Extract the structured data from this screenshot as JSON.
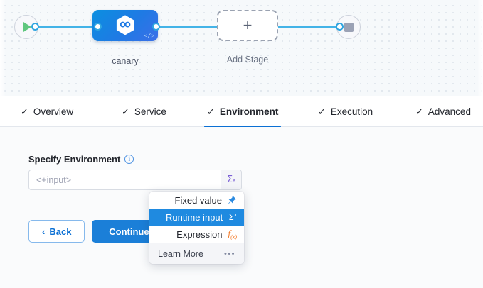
{
  "canvas": {
    "start_node": {
      "icon": "play-icon"
    },
    "end_node": {
      "icon": "stop-icon"
    },
    "stage": {
      "label": "canary",
      "icon": "harness-hexagon-icon",
      "code_tag": "</>"
    },
    "add_stage": {
      "label": "Add Stage",
      "icon": "plus-icon"
    }
  },
  "tabs": [
    {
      "label": "Overview",
      "check": "✓",
      "active": false
    },
    {
      "label": "Service",
      "check": "✓",
      "active": false
    },
    {
      "label": "Environment",
      "check": "✓",
      "active": true
    },
    {
      "label": "Execution",
      "check": "✓",
      "active": false
    },
    {
      "label": "Advanced",
      "check": "✓",
      "active": false
    }
  ],
  "form": {
    "field_label": "Specify Environment",
    "info_icon_text": "i",
    "input_value": "",
    "input_placeholder": "<+input>",
    "sigma_label": "Σ",
    "sigma_sup": "x",
    "back_label": "Back",
    "back_chevron": "‹",
    "continue_label": "Continue"
  },
  "dropdown": {
    "items": [
      {
        "label": "Fixed value",
        "icon": "pin-icon",
        "glyph": "📌",
        "selected": false
      },
      {
        "label": "Runtime input",
        "icon": "sigma-icon",
        "glyph": "Σ",
        "selected": true
      },
      {
        "label": "Expression",
        "icon": "fx-icon",
        "glyph": "f(x)",
        "selected": false
      }
    ],
    "footer_label": "Learn More",
    "footer_icon": "•••"
  },
  "colors": {
    "accent_blue": "#1f8ae0",
    "link_blue": "#43b3e7",
    "sigma_purple": "#7b5fd6",
    "expression_orange": "#f47b29",
    "tab_underline": "#0b70d4"
  }
}
